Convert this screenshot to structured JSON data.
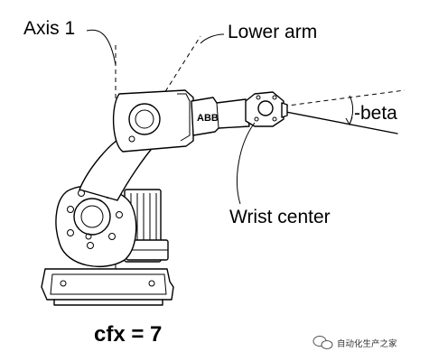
{
  "labels": {
    "axis1": "Axis 1",
    "lower_arm": "Lower arm",
    "beta": "-beta",
    "wrist_center": "Wrist center",
    "formula": "cfx = 7",
    "abb": "ABB"
  },
  "watermark": {
    "text": "自动化生产之家",
    "icon": "wechat-icon"
  }
}
